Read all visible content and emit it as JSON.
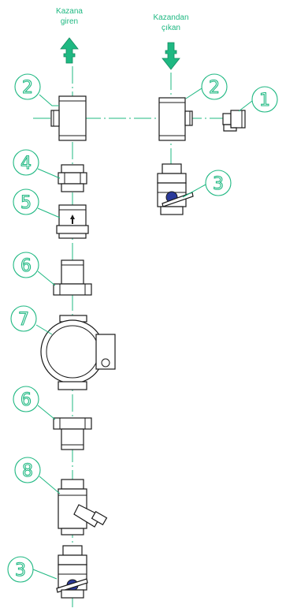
{
  "labels": {
    "inlet": [
      "Kazana",
      "giren"
    ],
    "outlet": [
      "Kazandan",
      "çıkan"
    ]
  },
  "callouts": {
    "c_right_fitting": "1",
    "c_left_tee": "2",
    "c_right_tee": "2",
    "c_right_valve": "3",
    "c_nipple": "4",
    "c_check_valve": "5",
    "c_reducer_top": "6",
    "c_pump": "7",
    "c_reducer_bottom": "6",
    "c_strainer": "8",
    "c_bottom_valve": "3"
  },
  "colors": {
    "accent": "#1fb882",
    "valve_handle": "#2b3a9a",
    "outline": "#1a1a1a"
  }
}
